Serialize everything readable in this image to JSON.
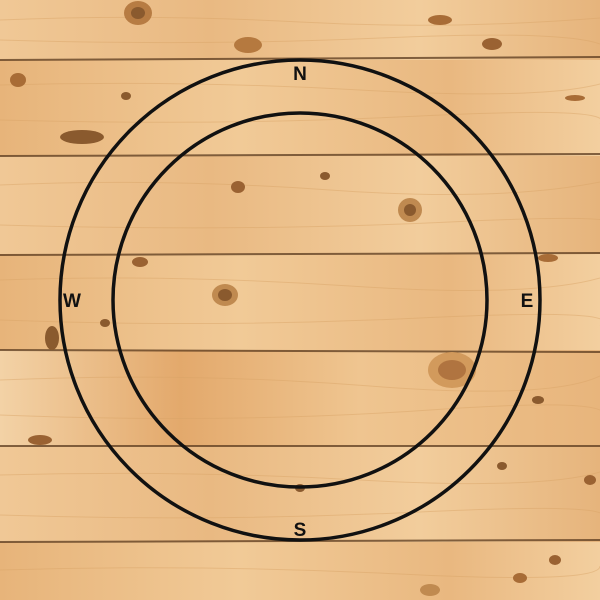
{
  "compass": {
    "north": "N",
    "south": "S",
    "east": "E",
    "west": "W"
  },
  "colors": {
    "wood_light": "#efc792",
    "wood_mid": "#e5b27a",
    "wood_dark": "#c98f52",
    "plank_seam": "#5a3a1e",
    "knot": "#8a5a2e",
    "ring_stroke": "#111111"
  }
}
